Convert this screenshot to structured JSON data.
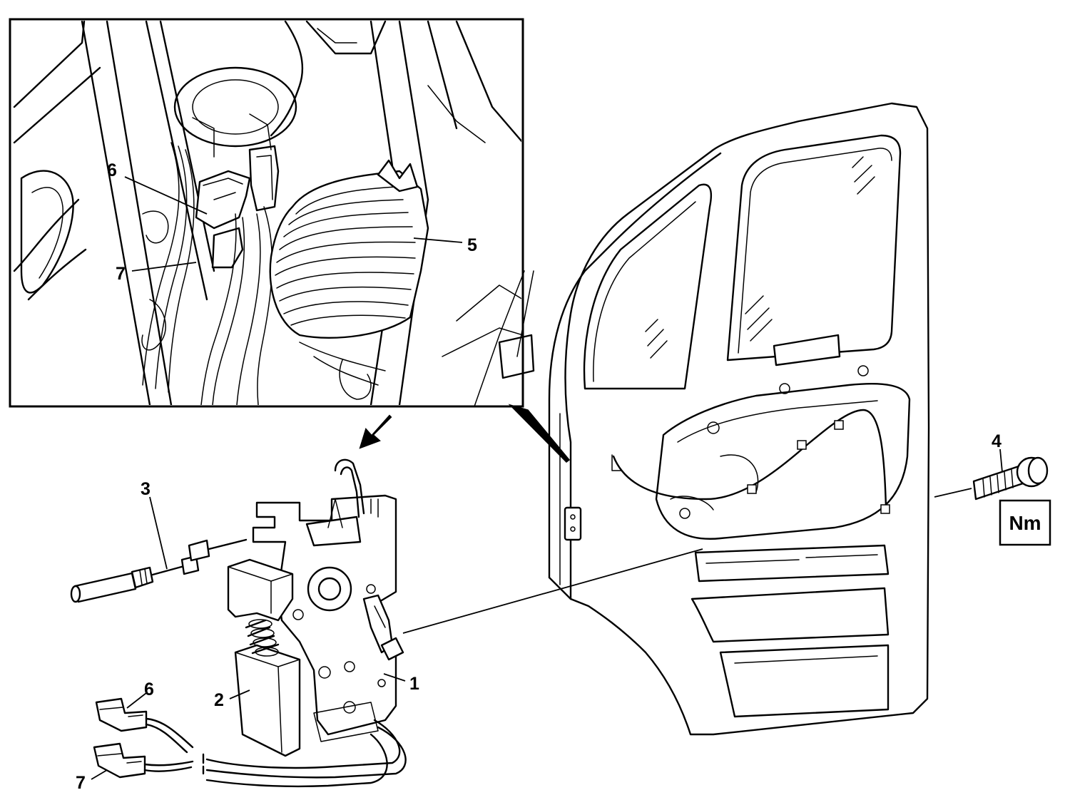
{
  "callouts": {
    "inset_6": "6",
    "inset_7": "7",
    "inset_5": "5",
    "part_3": "3",
    "part_4": "4",
    "part_2": "2",
    "part_1": "1",
    "part_6": "6",
    "part_7": "7"
  },
  "torque_box": {
    "label": "Nm"
  },
  "icons": {
    "view_arrow": "arrow-down-left-icon",
    "detail_pointer": "pointer-triangle-icon"
  }
}
